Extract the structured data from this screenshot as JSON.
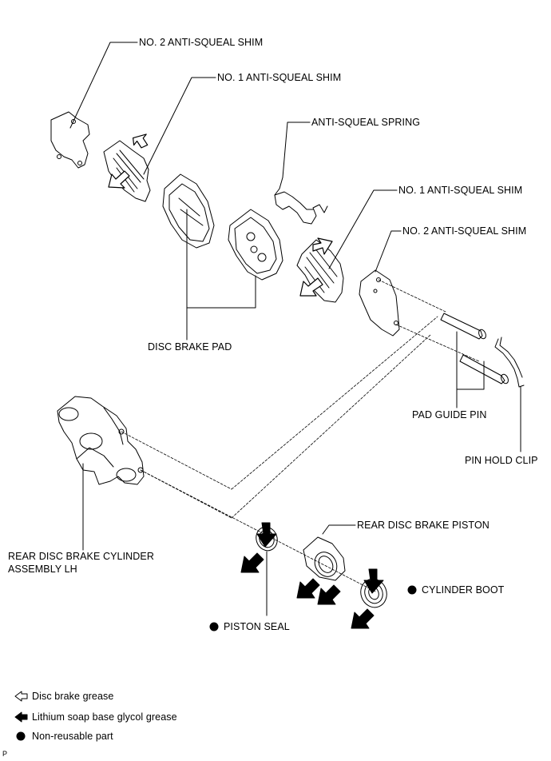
{
  "labels": {
    "no2_shim_left": "NO. 2 ANTI-SQUEAL SHIM",
    "no1_shim_left": "NO. 1 ANTI-SQUEAL SHIM",
    "anti_squeal_spring": "ANTI-SQUEAL SPRING",
    "no1_shim_right": "NO. 1 ANTI-SQUEAL SHIM",
    "no2_shim_right": "NO. 2 ANTI-SQUEAL SHIM",
    "disc_brake_pad": "DISC BRAKE PAD",
    "pad_guide_pin": "PAD GUIDE PIN",
    "pin_hold_clip": "PIN HOLD CLIP",
    "rear_disc_brake_piston": "REAR DISC BRAKE PISTON",
    "cylinder_assembly_line1": "REAR DISC BRAKE CYLINDER",
    "cylinder_assembly_line2": "ASSEMBLY LH",
    "cylinder_boot": "CYLINDER BOOT",
    "piston_seal": "PISTON SEAL"
  },
  "legend": {
    "disc_brake_grease": "Disc brake grease",
    "lithium_grease": "Lithium soap base glycol grease",
    "non_reusable": "Non-reusable part"
  },
  "footer_code": "P"
}
